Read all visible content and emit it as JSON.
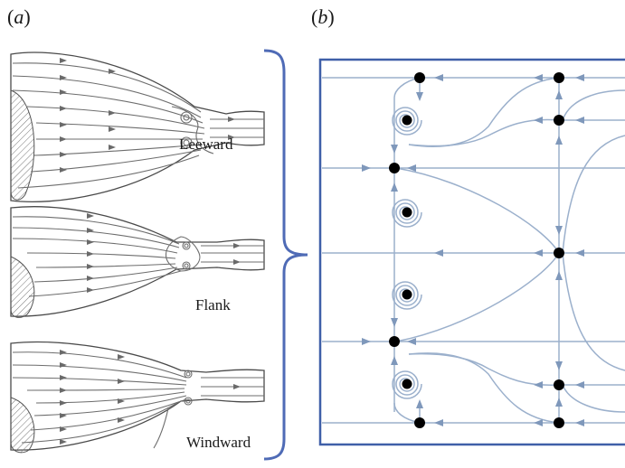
{
  "panels": {
    "a": {
      "open": "(",
      "letter": "a",
      "close": ")"
    },
    "b": {
      "open": "(",
      "letter": "b",
      "close": ")"
    }
  },
  "sketches": [
    {
      "caption": "Leeward"
    },
    {
      "caption": "Flank"
    },
    {
      "caption": "Windward"
    }
  ],
  "colors": {
    "bracket": "#4f6bb6",
    "frame": "#3f5fa8",
    "streamline": "#9bb0cc",
    "critical_point": "#000000",
    "sketch_stroke": "#6d6d6d"
  }
}
